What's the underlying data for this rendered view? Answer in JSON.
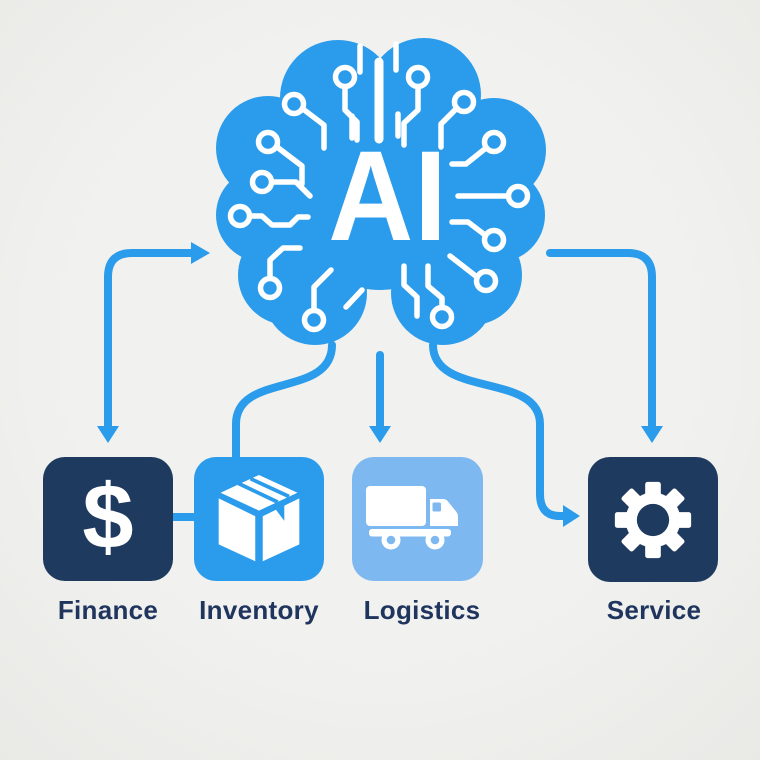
{
  "hub": {
    "label": "AI",
    "icon": "brain-circuit-icon"
  },
  "nodes": {
    "finance": {
      "label": "Finance",
      "icon": "dollar-icon",
      "icon_glyph": "$",
      "box_color": "#1e3a5f"
    },
    "inventory": {
      "label": "Inventory",
      "icon": "package-icon",
      "box_color": "#2b9ceb"
    },
    "logistics": {
      "label": "Logistics",
      "icon": "truck-icon",
      "box_color": "#7db8f0"
    },
    "service": {
      "label": "Service",
      "icon": "gear-icon",
      "box_color": "#1e3a5f"
    }
  },
  "edges": [
    {
      "from": "ai-hub",
      "to": "finance",
      "style": "curved, arrowhead toward brain and arrowhead down into Finance"
    },
    {
      "from": "ai-hub",
      "to": "inventory",
      "style": "s-curve line plugged into Inventory top, no arrowhead"
    },
    {
      "from": "ai-hub",
      "to": "logistics",
      "style": "straight vertical arrow down"
    },
    {
      "from": "ai-hub",
      "to": "service",
      "style": "s-curve arrow into Service left side"
    },
    {
      "from": "ai-hub",
      "to": "service",
      "style": "right-then-down arrow into Service top"
    },
    {
      "from": "finance",
      "to": "inventory",
      "style": "short horizontal link line"
    }
  ],
  "colors": {
    "brand_blue": "#2b9ceb",
    "navy": "#1e3a5f",
    "light_blue": "#7db8f0",
    "background": "#efefed",
    "label": "#20355e",
    "white": "#ffffff"
  }
}
